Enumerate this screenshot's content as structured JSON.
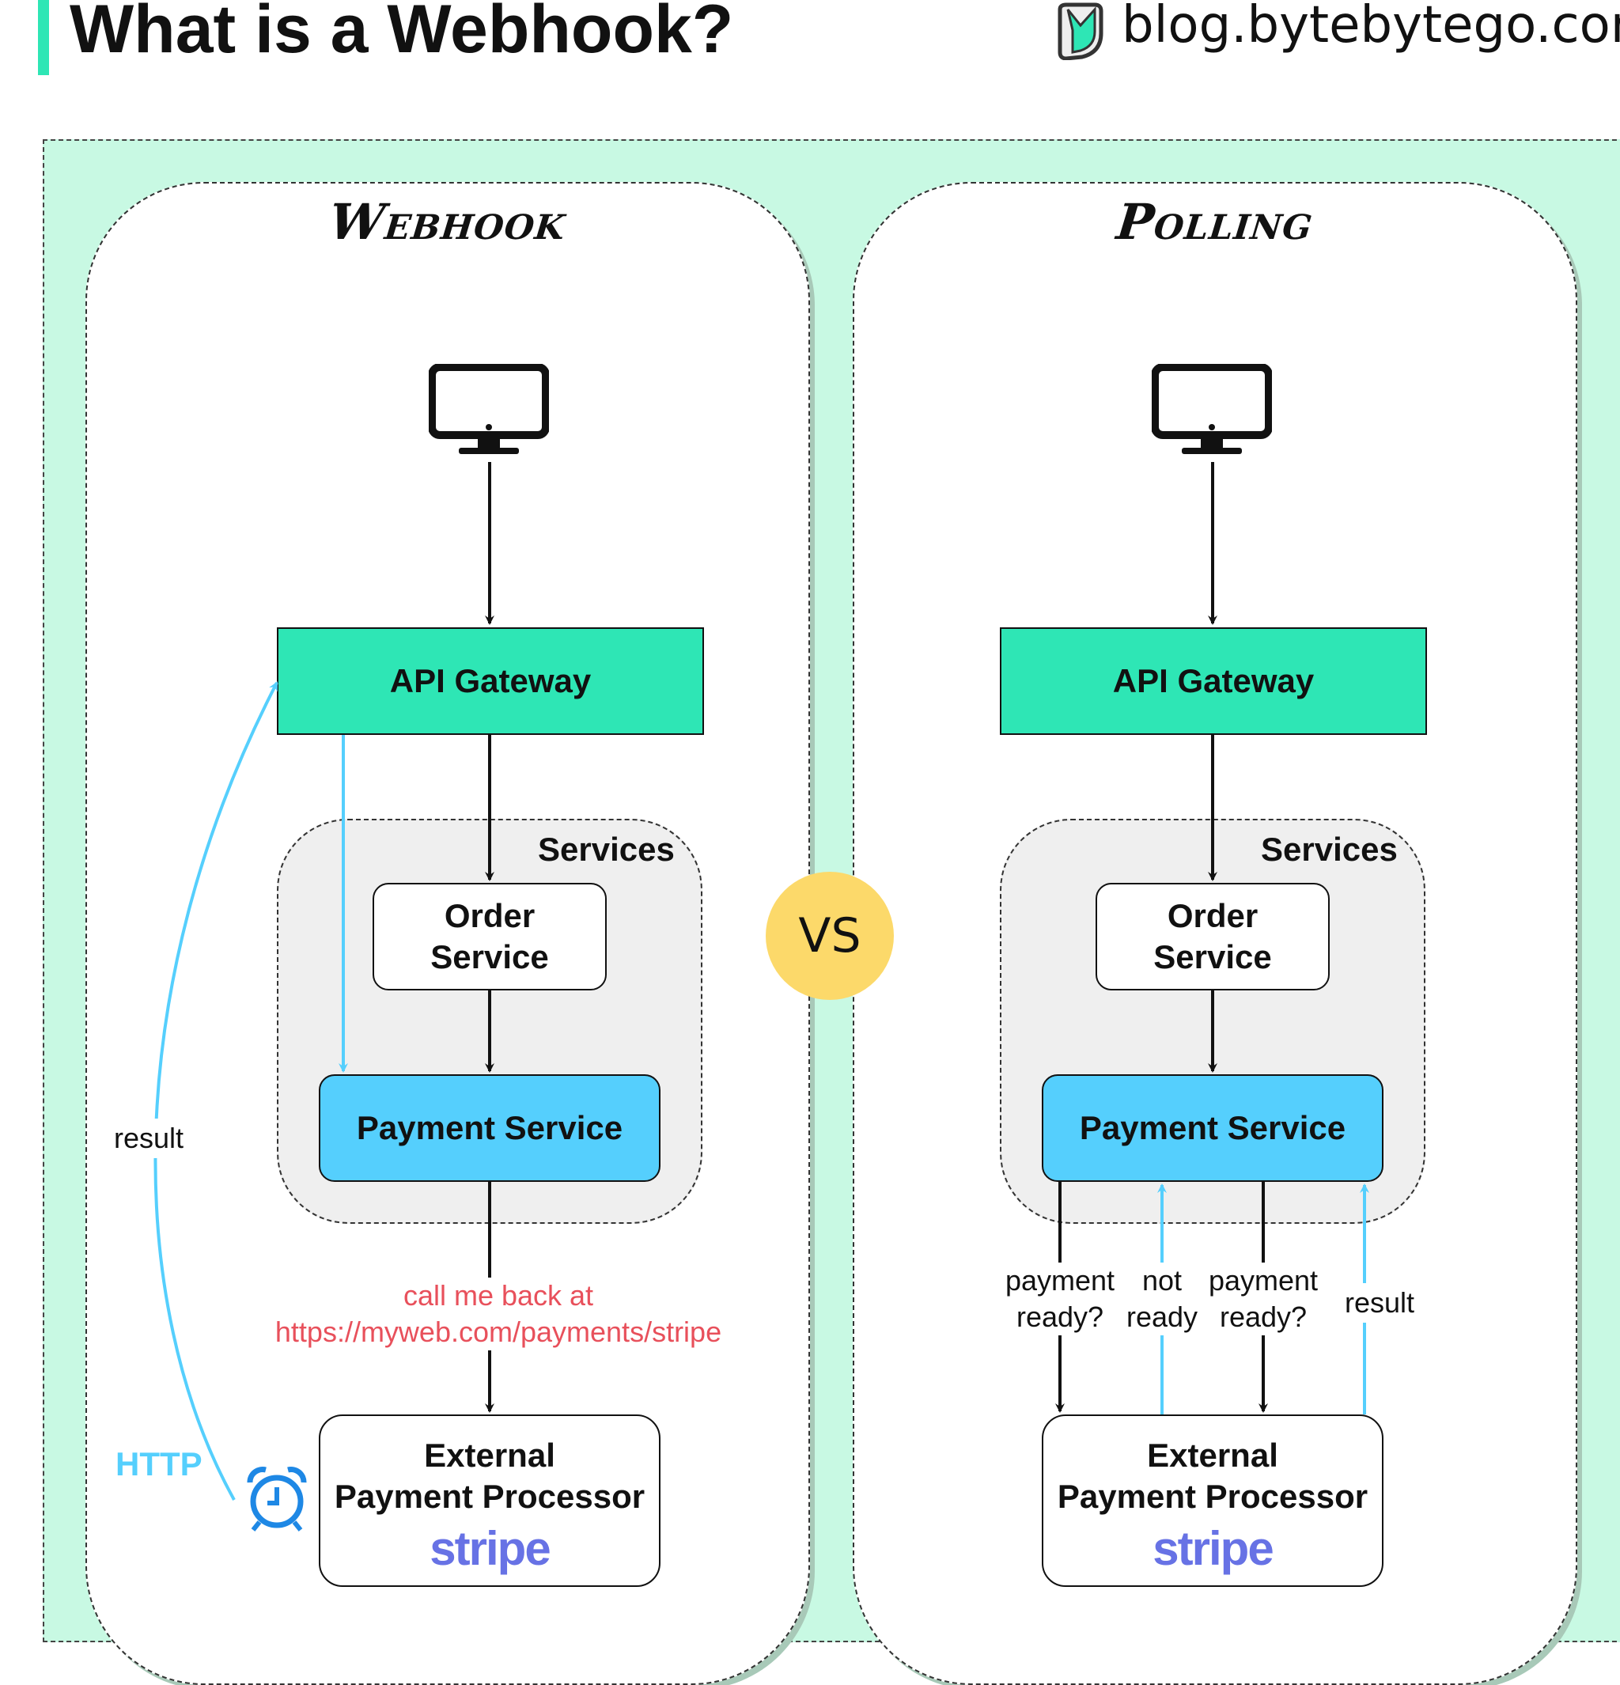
{
  "header": {
    "title": "What is a Webhook?",
    "brand": "blog.bytebytego.com"
  },
  "webhook": {
    "title": "Webhook",
    "api_gateway": "API Gateway",
    "services_label": "Services",
    "order_service_line1": "Order",
    "order_service_line2": "Service",
    "payment_service": "Payment Service",
    "callback_line1": "call me back at",
    "callback_line2": "https://myweb.com/payments/stripe",
    "external_line1": "External",
    "external_line2": "Payment Processor",
    "stripe": "stripe",
    "result": "result",
    "http": "HTTP"
  },
  "vs": "VS",
  "polling": {
    "title": "Polling",
    "api_gateway": "API Gateway",
    "services_label": "Services",
    "order_service_line1": "Order",
    "order_service_line2": "Service",
    "payment_service": "Payment Service",
    "payment_ready_1_line1": "payment",
    "payment_ready_1_line2": "ready?",
    "not_ready_line1": "not",
    "not_ready_line2": "ready",
    "payment_ready_2_line1": "payment",
    "payment_ready_2_line2": "ready?",
    "result": "result",
    "external_line1": "External",
    "external_line2": "Payment Processor",
    "stripe": "stripe"
  },
  "colors": {
    "accent_green": "#2ee6b5",
    "mint_background": "#c8f9e3",
    "payment_blue": "#55cffd",
    "callback_red": "#e8505b",
    "vs_yellow": "#fcd96a",
    "stripe_purple": "#6772e5"
  },
  "icons": [
    "monitor-icon",
    "alarm-clock-icon",
    "bytebytego-logo-icon"
  ]
}
